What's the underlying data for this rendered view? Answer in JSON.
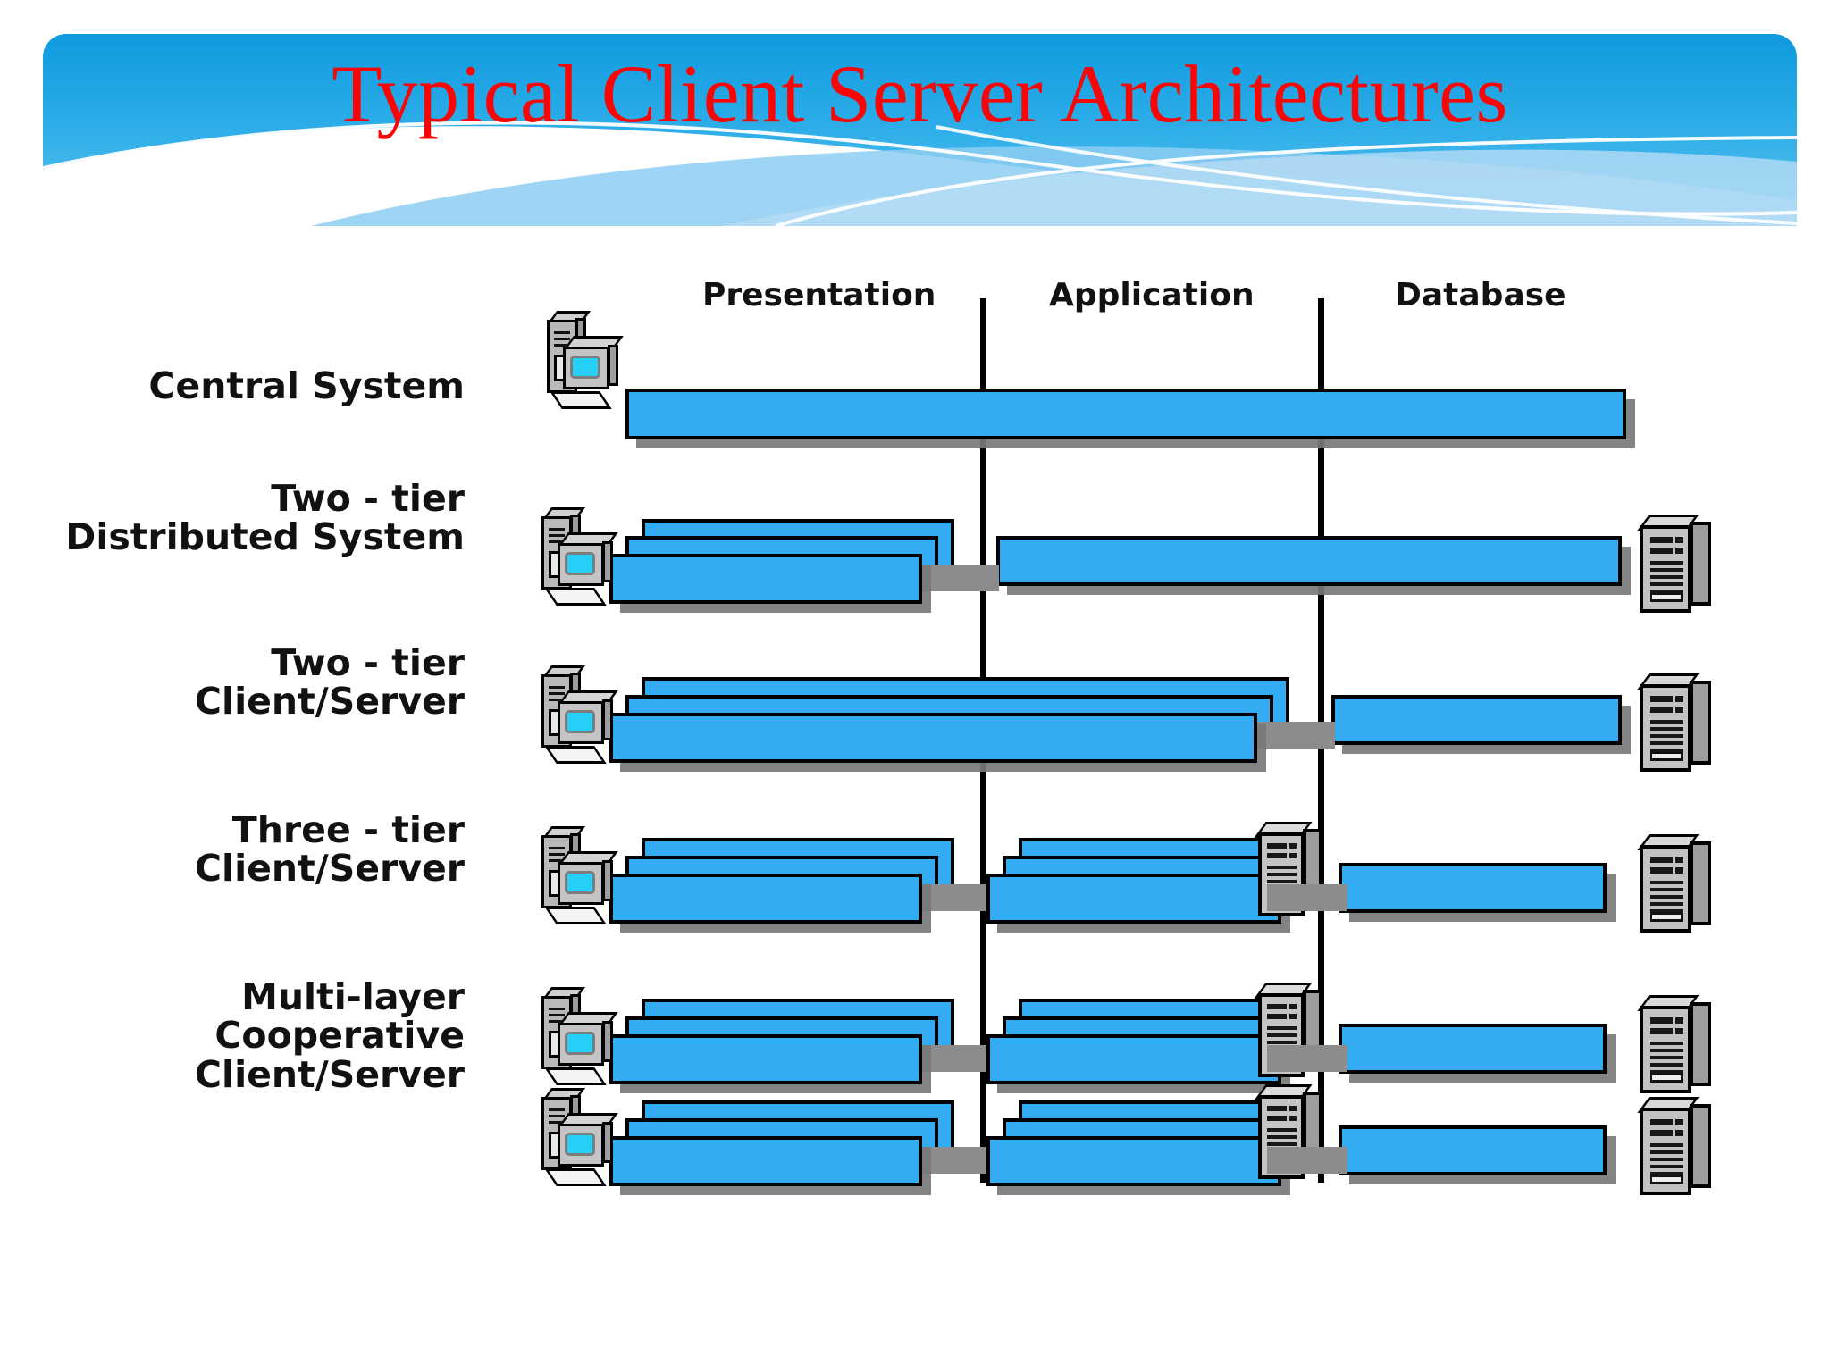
{
  "slide": {
    "title": "Typical Client Server Architectures",
    "title_color": "#fa0505",
    "banner_color": "#2aace8",
    "bar_color": "#33ABF2",
    "connector_color": "#8c8c8c"
  },
  "columns": [
    {
      "label": "Presentation"
    },
    {
      "label": "Application"
    },
    {
      "label": "Database"
    }
  ],
  "rows": [
    {
      "label_lines": [
        "Central System"
      ]
    },
    {
      "label_lines": [
        "Two - tier",
        "Distributed System"
      ]
    },
    {
      "label_lines": [
        "Two - tier",
        "Client/Server"
      ]
    },
    {
      "label_lines": [
        "Three - tier",
        "Client/Server"
      ]
    },
    {
      "label_lines": [
        "Multi-layer",
        "Cooperative",
        "Client/Server"
      ]
    }
  ],
  "icons": {
    "client": "desktop-computer-icon",
    "database_server": "server-tower-icon",
    "app_server": "application-server-icon"
  }
}
